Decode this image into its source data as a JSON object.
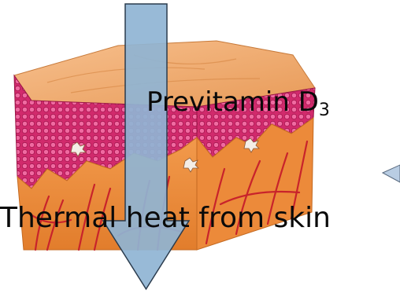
{
  "labels": {
    "previtamin_main": "Previtamin D",
    "previtamin_sub": "3",
    "thermal": "Thermal heat from skin"
  },
  "colors": {
    "arrow_fill": "#8fb4d4",
    "arrow_stroke": "#2a3b4d",
    "epidermis_top": "#f2b27c",
    "epidermis_cells": "#d9266f",
    "dermis": "#f0913f",
    "vessels": "#c8232b",
    "right_arrow": "#b9cde3"
  },
  "icons": {
    "skin": "skin-cross-section-illustration",
    "down_arrow": "down-arrow-icon",
    "side_arrow": "left-arrow-icon"
  }
}
